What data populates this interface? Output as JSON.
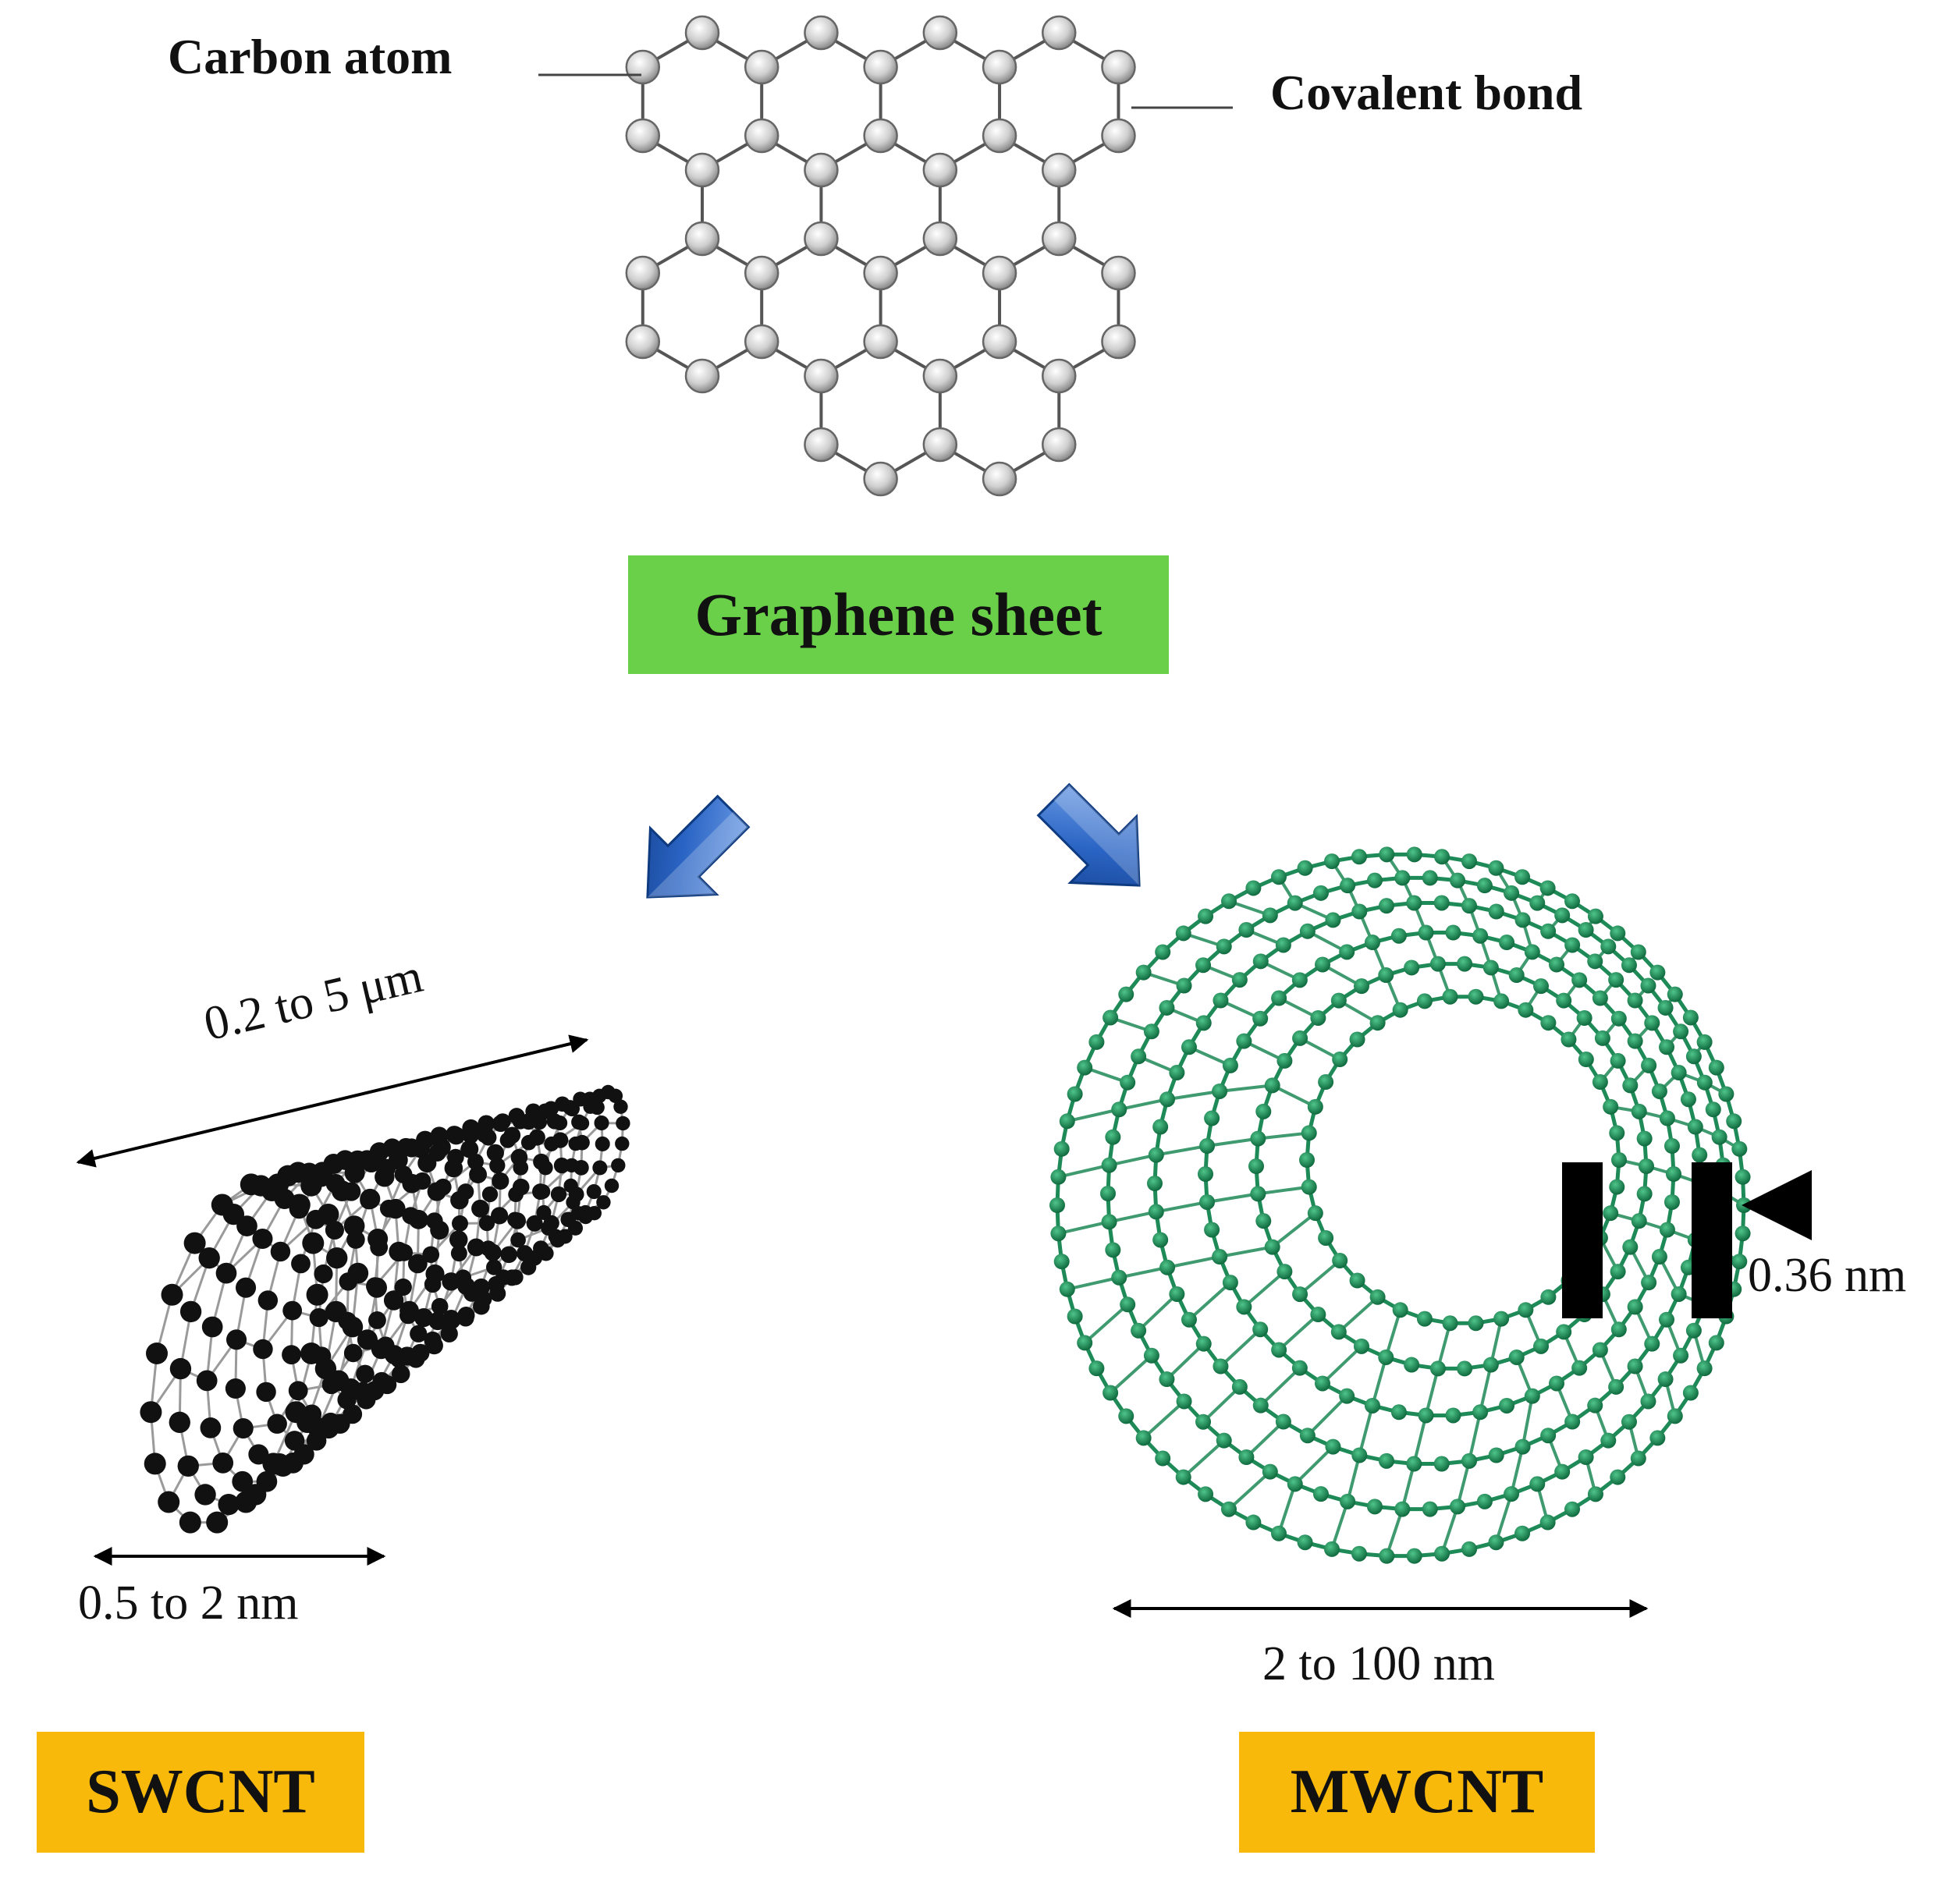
{
  "top": {
    "carbon_atom_label": "Carbon atom",
    "covalent_bond_label": "Covalent bond",
    "graphene_box_label": "Graphene sheet",
    "graphene_box_color": "#6bd049"
  },
  "swcnt": {
    "length_label": "0.2 to 5 μm",
    "diameter_label": "0.5 to 2 nm",
    "box_label": "SWCNT",
    "box_color": "#f8b90b",
    "atom_color": "#111111"
  },
  "mwcnt": {
    "diameter_label": "2 to 100 nm",
    "spacing_label": "0.36 nm",
    "box_label": "MWCNT",
    "box_color": "#f8b90b",
    "atom_color": "#1e8a57"
  },
  "arrows": {
    "color": "#1f5fbf",
    "left": "arrow-down-left-icon",
    "right": "arrow-down-right-icon"
  }
}
